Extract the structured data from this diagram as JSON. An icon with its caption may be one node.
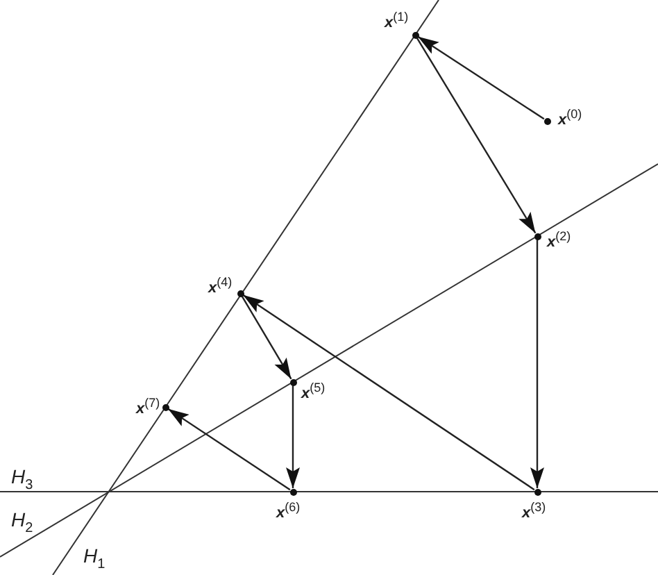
{
  "diagram": {
    "nodes": [
      {
        "text": [],
        "shape": "circle",
        "beside": [
          "**x**$^{(0)}$"
        ]
      },
      {
        "text": [],
        "shape": "circle",
        "beside": [
          "**x**$^{(1)}$"
        ]
      },
      {
        "text": [],
        "shape": "circle",
        "beside": [
          "**x**$^{(2)}$"
        ]
      },
      {
        "text": [],
        "shape": "circle",
        "beside": [
          "**x**$^{(3)}$"
        ]
      },
      {
        "text": [],
        "shape": "circle",
        "beside": [
          "**x**$^{(4)}$"
        ]
      },
      {
        "text": [],
        "shape": "circle",
        "beside": [
          "**x**$^{(5)}$"
        ]
      },
      {
        "text": [],
        "shape": "circle",
        "beside": [
          "**x**$^{(6)}$"
        ]
      },
      {
        "text": [],
        "shape": "circle",
        "beside": [
          "**x**$^{(7)}$"
        ]
      }
    ],
    "edges": [
      {
        "from": 0,
        "to": 1,
        "arrow": "to"
      },
      {
        "from": 1,
        "to": 2,
        "arrow": "to"
      },
      {
        "from": 2,
        "to": 3,
        "arrow": "to"
      },
      {
        "from": 3,
        "to": 4,
        "arrow": "to"
      },
      {
        "from": 4,
        "to": 5,
        "arrow": "to"
      },
      {
        "from": 5,
        "to": 6,
        "arrow": "to"
      },
      {
        "from": 6,
        "to": 7,
        "arrow": "to"
      }
    ],
    "labels": [
      "H$_{3}$",
      "H$_{2}$",
      "H$_{1}$"
    ]
  }
}
